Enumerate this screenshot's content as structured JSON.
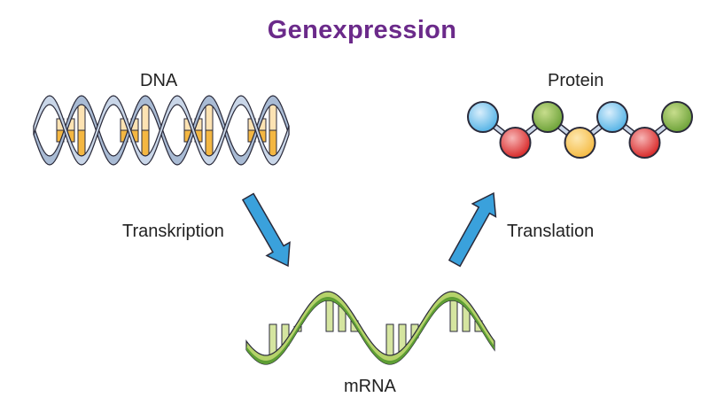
{
  "title": "Genexpression",
  "colors": {
    "title": "#6b2a8a",
    "dna_backbone": "#c9d6e8",
    "dna_backbone_dark": "#a9bbd4",
    "dna_base_light": "#fde3b3",
    "dna_base_dark": "#f4b742",
    "outline": "#2a2a3a",
    "arrow": "#3aa1dc",
    "mrna_dark": "#5e9e35",
    "mrna_light": "#b5d26a",
    "mrna_base": "#d5e5a0"
  },
  "labels": {
    "dna": "DNA",
    "protein": "Protein",
    "mrna": "mRNA",
    "transcription": "Transkription",
    "translation": "Translation"
  },
  "protein": {
    "beads": [
      "blue",
      "red",
      "green",
      "yellow",
      "blue",
      "red",
      "green"
    ]
  },
  "bead_colors": {
    "blue": [
      "#d8eefc",
      "#56b4e6"
    ],
    "red": [
      "#f7b5b5",
      "#d82a2a"
    ],
    "green": [
      "#c7dd8c",
      "#6ea33a"
    ],
    "yellow": [
      "#fde8b0",
      "#f5bb45"
    ]
  }
}
